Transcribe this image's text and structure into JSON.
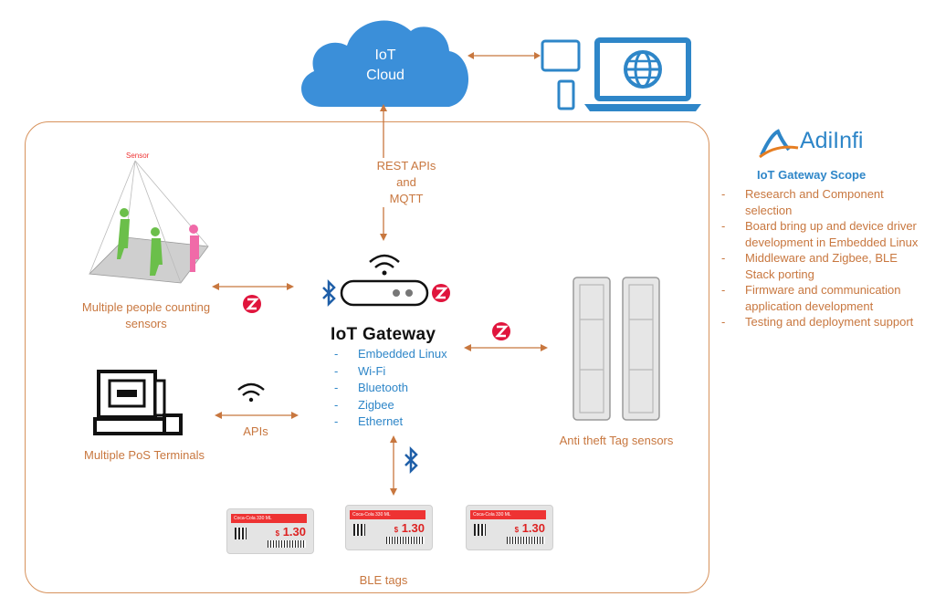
{
  "cloud": {
    "line1": "IoT",
    "line2": "Cloud"
  },
  "logo": {
    "text": "AdiInfi"
  },
  "scope": {
    "title": "IoT Gateway Scope",
    "items": [
      "Research and Component selection",
      "Board bring up and device driver development in Embedded Linux",
      "Middleware and Zigbee, BLE Stack porting",
      "Firmware and communication application development",
      "Testing and deployment support"
    ]
  },
  "gateway": {
    "title": "IoT Gateway",
    "features": [
      "Embedded Linux",
      "Wi-Fi",
      "Bluetooth",
      "Zigbee",
      "Ethernet"
    ]
  },
  "links": {
    "rest_line1": "REST APIs",
    "rest_line2": "and",
    "rest_line3": "MQTT",
    "pos_apis": "APIs"
  },
  "people": {
    "sensor_label": "Sensor",
    "caption_line1": "Multiple people counting",
    "caption_line2": "sensors"
  },
  "pos": {
    "caption": "Multiple PoS Terminals"
  },
  "antitheft": {
    "caption": "Anti theft Tag sensors"
  },
  "ble": {
    "caption": "BLE tags",
    "tag": {
      "brand": "Coca-Cola",
      "volume": "330 ML",
      "currency": "$",
      "price": "1.30"
    }
  },
  "colors": {
    "accent_orange": "#c8773f",
    "accent_blue": "#2e86c8",
    "zigbee_red": "#e0143c",
    "cloud_blue": "#3b8fd9"
  }
}
